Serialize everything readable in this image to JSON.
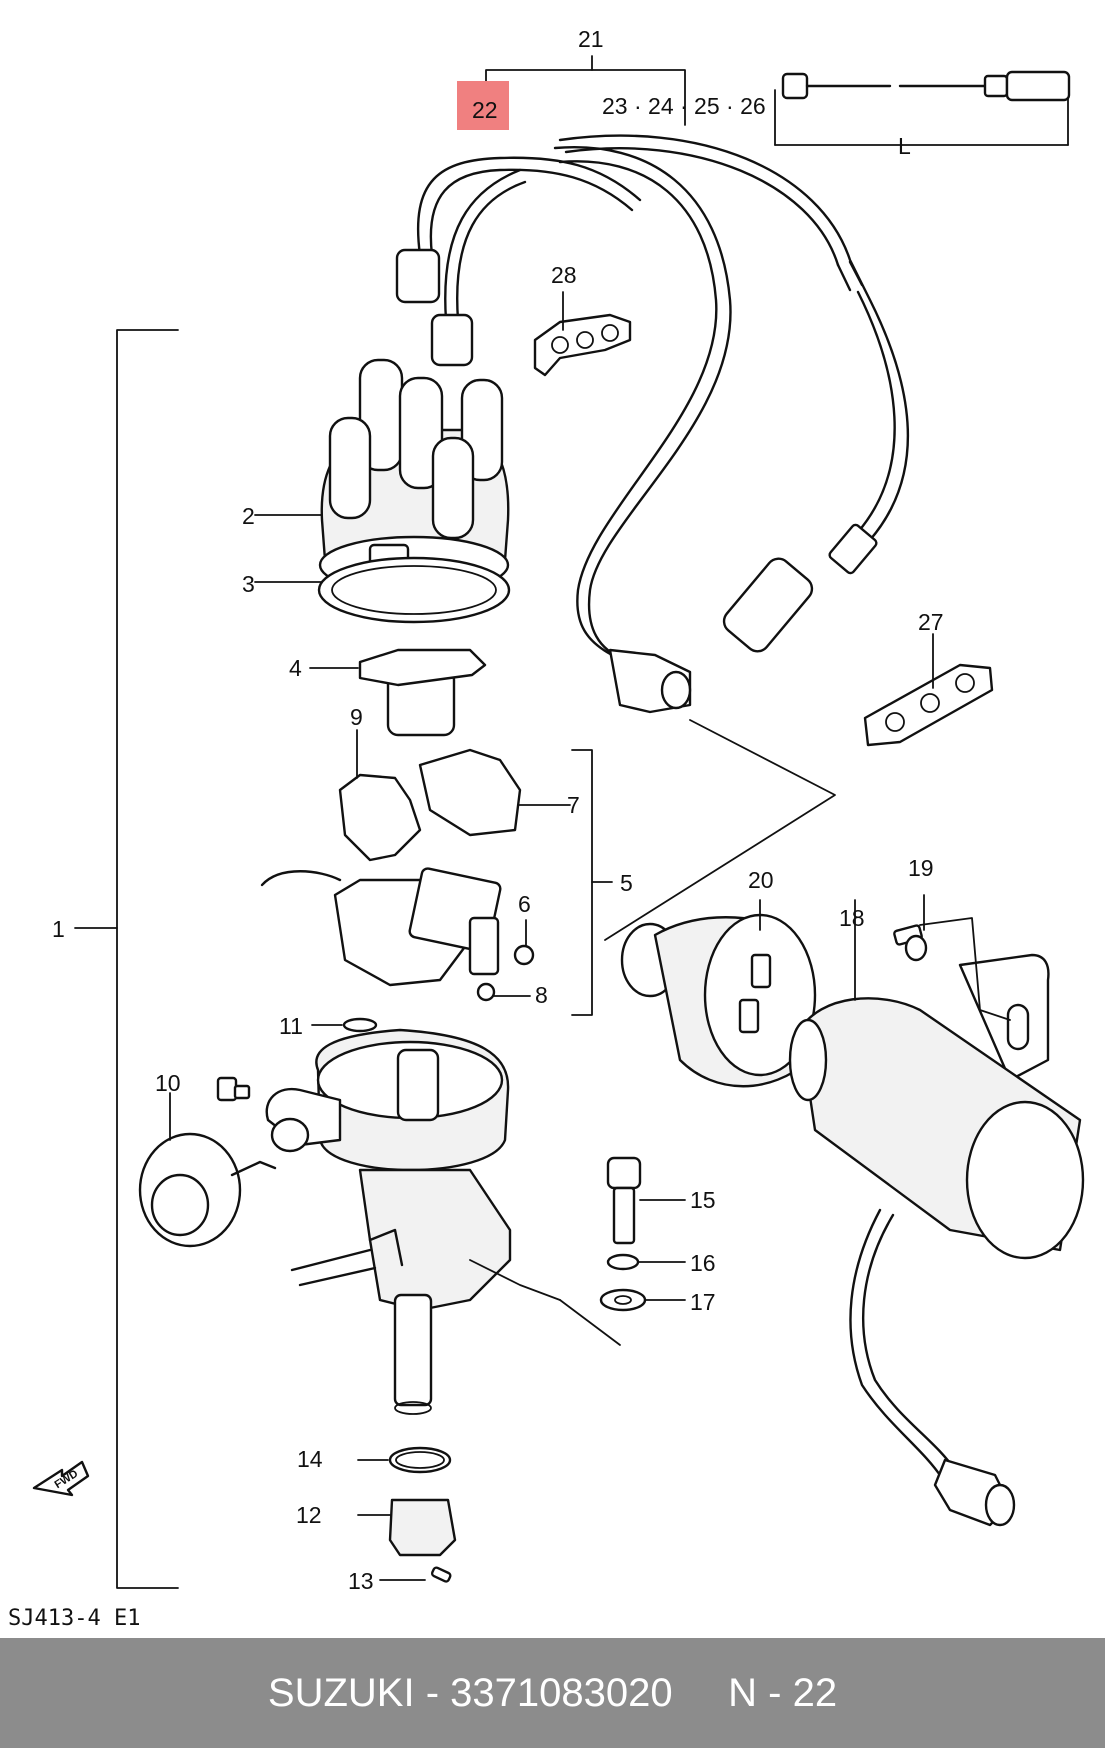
{
  "diagram": {
    "callouts": {
      "c1": "1",
      "c2": "2",
      "c3": "3",
      "c4": "4",
      "c5": "5",
      "c6": "6",
      "c7": "7",
      "c8": "8",
      "c9": "9",
      "c10": "10",
      "c11": "11",
      "c12": "12",
      "c13": "13",
      "c14": "14",
      "c15": "15",
      "c16": "16",
      "c17": "17",
      "c18": "18",
      "c19": "19",
      "c20": "20",
      "c21": "21",
      "c22": "22",
      "c23_26": "23 · 24 · 25 · 26",
      "c27": "27",
      "c28": "28",
      "dimension_L": "L"
    },
    "highlighted_callout": "22",
    "highlight_color": "#f08080",
    "fwd_label": "FWD",
    "diagram_code": "SJ413-4  E1"
  },
  "footer": {
    "text": "SUZUKI - 3371083020     N - 22",
    "background_color": "#8c8c8c",
    "text_color": "#ffffff"
  }
}
